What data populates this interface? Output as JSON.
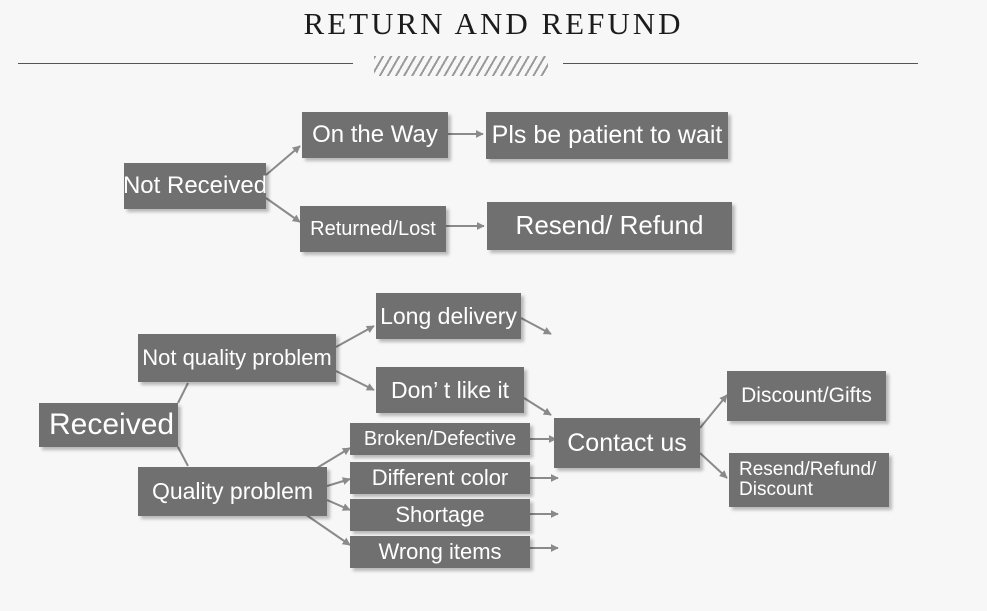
{
  "title": "RETURN AND REFUND",
  "colors": {
    "box": "#707070",
    "text": "#ffffff",
    "arrow": "#8a8a8a",
    "title": "#1c1c1c"
  },
  "nodes": {
    "not_received": "Not Received",
    "on_the_way": "On the Way",
    "pls_be_patient": "Pls be patient to wait",
    "returned_lost": "Returned/Lost",
    "resend_refund": "Resend/ Refund",
    "received": "Received",
    "not_quality_problem": "Not quality problem",
    "long_delivery": "Long delivery",
    "dont_like_it": "Don’ t like it",
    "quality_problem": "Quality problem",
    "broken_defective": "Broken/Defective",
    "different_color": "Different color",
    "shortage": "Shortage",
    "wrong_items": "Wrong items",
    "contact_us": "Contact us",
    "discount_gifts": "Discount/Gifts",
    "resend_refund_discount_line1": "Resend/Refund/",
    "resend_refund_discount_line2": "Discount"
  }
}
